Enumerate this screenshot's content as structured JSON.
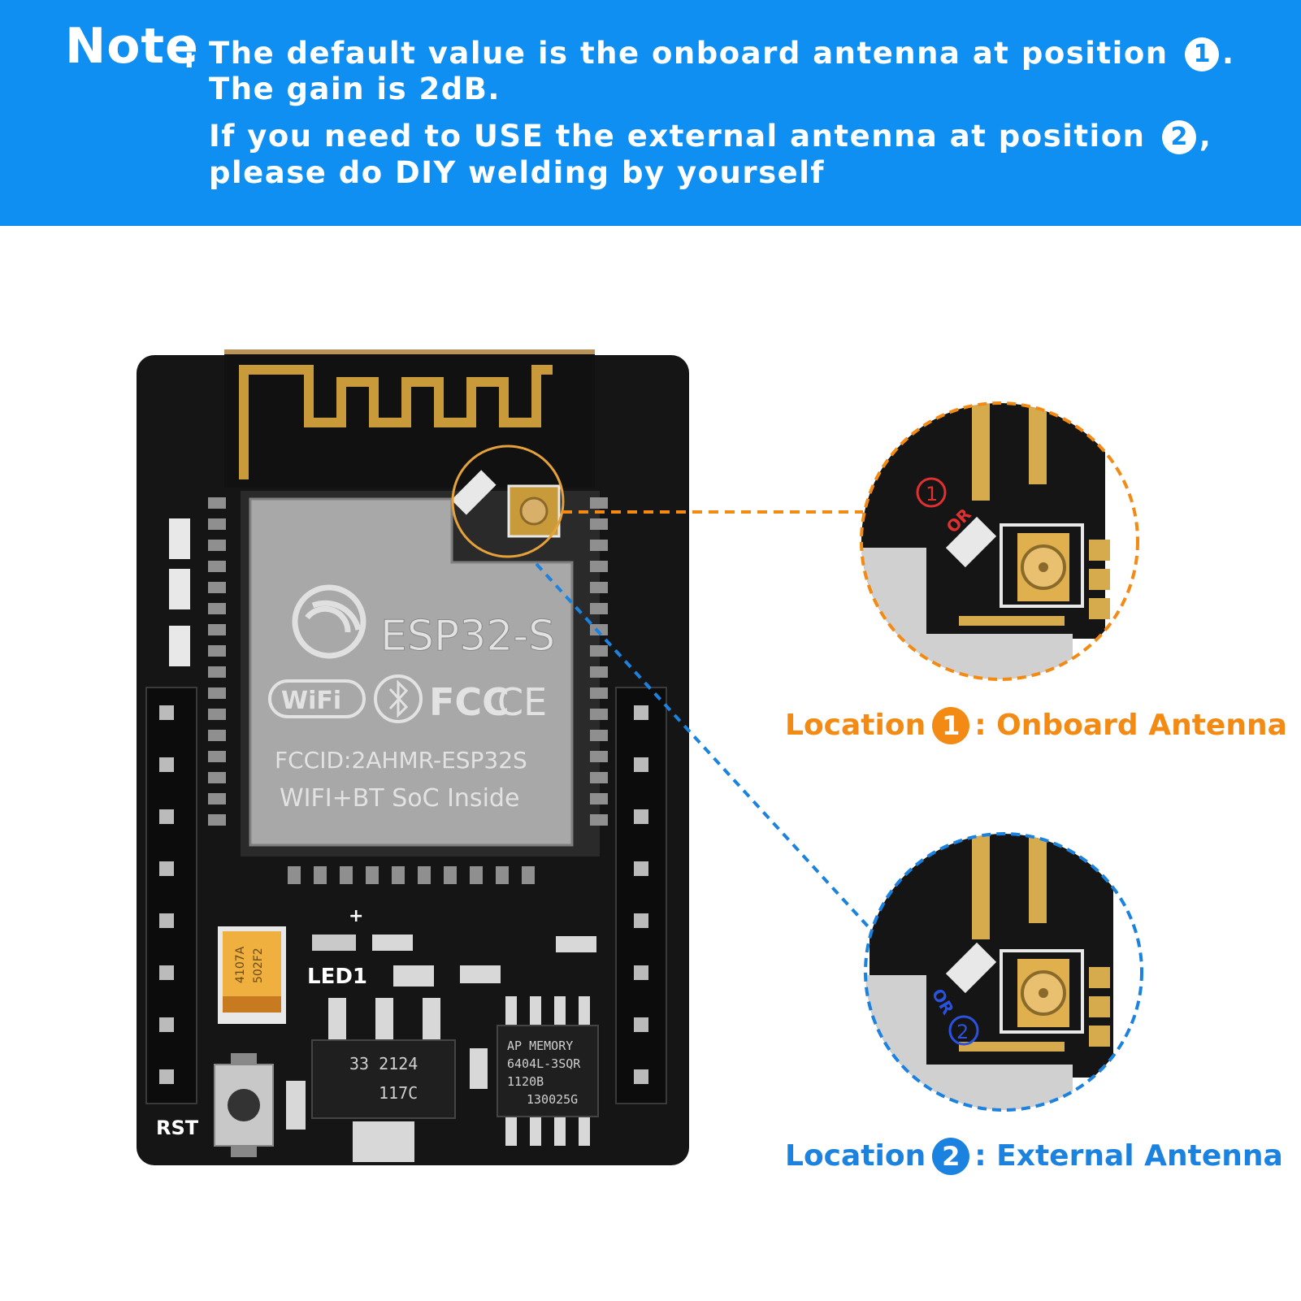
{
  "note": {
    "label": "Note",
    "colon": ":",
    "line1_text": "The default value is the onboard antenna at position",
    "line1_num": "1",
    "line1_end": ".",
    "line2": "The gain is 2dB.",
    "line3_text": "If you need to USE the external antenna at position",
    "line3_num": "2",
    "line3_end": ",",
    "line4": "please do DIY welding by yourself"
  },
  "board": {
    "module_name": "ESP32-S",
    "wifi_logo": "WiFi",
    "fcc_logo": "FCC",
    "ce_logo": "CE",
    "fccid": "FCCID:2AHMR-ESP32S",
    "soc_text": "WIFI+BT SoC Inside",
    "led_label": "LED1",
    "plus_sign": "+",
    "rst_label": "RST",
    "capacitor_text": [
      "4107A",
      "502F2"
    ],
    "regulator_text": [
      "33 2124",
      "117C"
    ],
    "psram_text": [
      "AP MEMORY",
      "6404L-3SQR",
      "1120B",
      "130025G"
    ]
  },
  "zoom1": {
    "num": "1",
    "or": "OR"
  },
  "zoom2": {
    "num": "2",
    "or": "OR"
  },
  "location1": {
    "prefix": "Location",
    "num": "1",
    "text": ": Onboard Antenna"
  },
  "location2": {
    "prefix": "Location",
    "num": "2",
    "text": ": External Antenna"
  },
  "colors": {
    "banner": "#0f8ff2",
    "orange": "#f28a14",
    "blue": "#1b82e0",
    "pcb": "#151515",
    "gold": "#c99a3a"
  },
  "icons": [
    "bluetooth-icon",
    "wifi-logo",
    "espressif-logo",
    "ipex-connector"
  ]
}
